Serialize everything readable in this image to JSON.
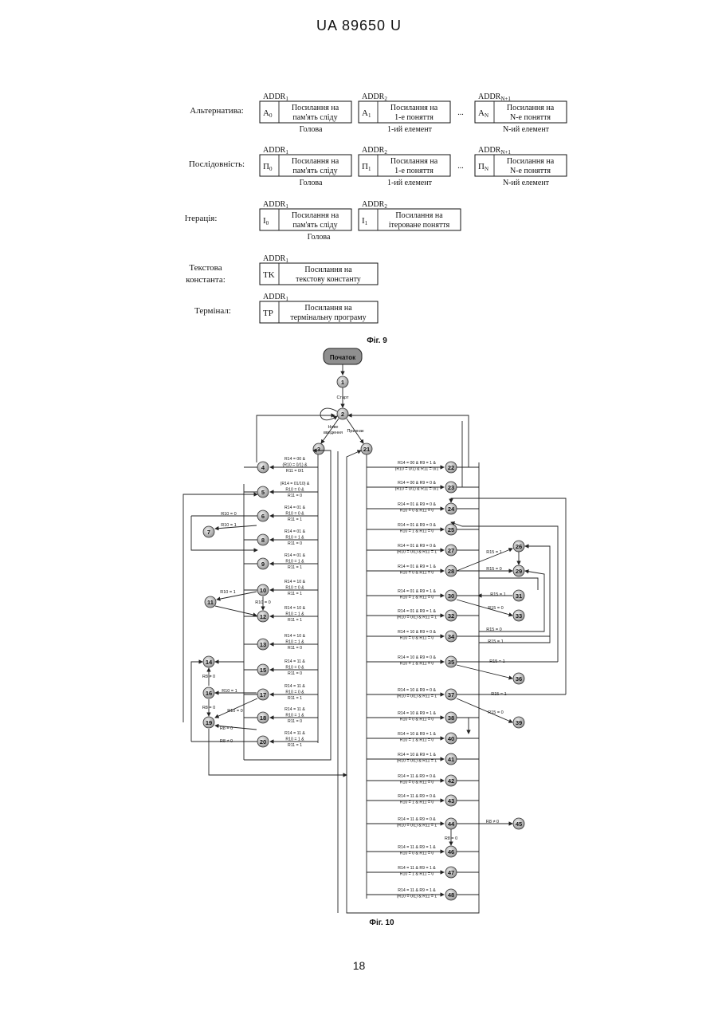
{
  "header": {
    "doc_id": "UA   89650   U"
  },
  "page_number": "18",
  "fig9": {
    "caption": "Фіг. 9",
    "rows": [
      {
        "label": "Альтернатива:",
        "cells": [
          {
            "addr": "ADDR1",
            "code": "A0",
            "text1": "Посилання на",
            "text2": "пам'ять сліду",
            "under": "Голова"
          },
          {
            "addr": "ADDR2",
            "code": "A1",
            "text1": "Посилання на",
            "text2": "1-е поняття",
            "under": "1-ий елемент"
          },
          {
            "addr": "ADDRN+1",
            "code": "AN",
            "text1": "Посилання на",
            "text2": "N-е поняття",
            "under": "N-ий елемент"
          }
        ],
        "ellipsis": "..."
      },
      {
        "label": "Послідовність:",
        "cells": [
          {
            "addr": "ADDR1",
            "code": "П0",
            "text1": "Посилання на",
            "text2": "пам'ять сліду",
            "under": "Голова"
          },
          {
            "addr": "ADDR2",
            "code": "П1",
            "text1": "Посилання на",
            "text2": "1-е поняття",
            "under": "1-ий елемент"
          },
          {
            "addr": "ADDRN+1",
            "code": "ПN",
            "text1": "Посилання на",
            "text2": "N-е поняття",
            "under": "N-ий елемент"
          }
        ],
        "ellipsis": "..."
      },
      {
        "label": "Ітерація:",
        "cells": [
          {
            "addr": "ADDR1",
            "code": "I0",
            "text1": "Посилання на",
            "text2": "пам'ять сліду",
            "under": "Голова"
          },
          {
            "addr": "ADDR2",
            "code": "I1",
            "text1": "Посилання на",
            "text2": "ітероване поняття",
            "under": ""
          }
        ]
      },
      {
        "label1": "Текстова",
        "label2": "константа:",
        "cells": [
          {
            "addr": "ADDR1",
            "code": "TK",
            "text1": "Посилання на",
            "text2": "текстову константу"
          }
        ]
      },
      {
        "label": "Термінал:",
        "cells": [
          {
            "addr": "ADDR1",
            "code": "TP",
            "text1": "Посилання на",
            "text2": "термінальну програму"
          }
        ]
      }
    ]
  },
  "fig10": {
    "caption": "Фіг. 10",
    "start_label": "Початок",
    "edge_labels": {
      "start": "Старт",
      "new_entry_1": "Нове",
      "new_entry_2": "введення",
      "sign": "Признак"
    },
    "left_conditions": [
      {
        "node": "4",
        "lines": [
          "R14 = 00 &",
          "(R10 = 0/1) &",
          "R11 = 0/1"
        ]
      },
      {
        "node": "5",
        "lines": [
          "(R14 = 01/10) &",
          "R10 = 0 &",
          "R11 = 0"
        ]
      },
      {
        "node": "6",
        "lines": [
          "R14 = 01 &",
          "R10 = 0 &",
          "R11 = 1"
        ]
      },
      {
        "node": "8",
        "lines": [
          "R14 = 01 &",
          "R10 = 1 &",
          "R11 = 0"
        ]
      },
      {
        "node": "9",
        "lines": [
          "R14 = 01 &",
          "R10 = 1 &",
          "R11 = 1"
        ]
      },
      {
        "node": "10",
        "lines": [
          "R14 = 10 &",
          "R10 = 0 &",
          "R11 = 1"
        ]
      },
      {
        "node": "12",
        "lines": [
          "R14 = 10 &",
          "R10 = 1 &",
          "R11 = 1"
        ]
      },
      {
        "node": "13",
        "lines": [
          "R14 = 10 &",
          "R10 = 1 &",
          "R11 = 0"
        ]
      },
      {
        "node": "15",
        "lines": [
          "R14 = 11 &",
          "R10 = 0 &",
          "R11 = 0"
        ]
      },
      {
        "node": "17",
        "lines": [
          "R14 = 11 &",
          "R10 = 0 &",
          "R11 = 1"
        ]
      },
      {
        "node": "18",
        "lines": [
          "R14 = 11 &",
          "R10 = 1 &",
          "R11 = 0"
        ]
      },
      {
        "node": "20",
        "lines": [
          "R14 = 11 &",
          "R10 = 1 &",
          "R11 = 1"
        ]
      }
    ],
    "right_conditions": [
      {
        "node": "22",
        "lines": [
          "R14 = 00 & R9 = 1 &",
          "(R10 = 0/1) & R11 = 0/1"
        ]
      },
      {
        "node": "23",
        "lines": [
          "R14 = 00 & R9 = 0 &",
          "(R10 = 0/1) & R11 = 0/1"
        ]
      },
      {
        "node": "24",
        "lines": [
          "R14 = 01 & R9 = 0 &",
          "R10 = 0 & R11 = 0"
        ]
      },
      {
        "node": "25",
        "lines": [
          "R14 = 01 & R9 = 0 &",
          "R10 = 1 & R11 = 0"
        ]
      },
      {
        "node": "27",
        "lines": [
          "R14 = 01 & R9 = 0 &",
          "(R10 = 0/1) & R11 = 1"
        ]
      },
      {
        "node": "28",
        "lines": [
          "R14 = 01 & R9 = 1 &",
          "R10 = 0 & R11 = 0"
        ]
      },
      {
        "node": "30",
        "lines": [
          "R14 = 01 & R9 = 1 &",
          "R10 = 1 & R11 = 0"
        ]
      },
      {
        "node": "32",
        "lines": [
          "R14 = 01 & R9 = 1 &",
          "(R10 = 0/1) & R11 = 1"
        ]
      },
      {
        "node": "34",
        "lines": [
          "R14 = 10 & R9 = 0 &",
          "R10 = 0 & R11 = 0"
        ]
      },
      {
        "node": "35",
        "lines": [
          "R14 = 10 & R9 = 0 &",
          "R10 = 1 & R11 = 0"
        ]
      },
      {
        "node": "37",
        "lines": [
          "R14 = 10 & R9 = 0 &",
          "(R10 = 0/1) & R11 = 1"
        ]
      },
      {
        "node": "38",
        "lines": [
          "R14 = 10 & R9 = 1 &",
          "R10 = 0 & R11 = 0"
        ]
      },
      {
        "node": "40",
        "lines": [
          "R14 = 10 & R9 = 1 &",
          "R10 = 1 & R11 = 0"
        ]
      },
      {
        "node": "41",
        "lines": [
          "R14 = 10 & R9 = 1 &",
          "(R10 = 0/1) & R11 = 1"
        ]
      },
      {
        "node": "42",
        "lines": [
          "R14 = 11 & R9 = 0 &",
          "R10 = 0 & R11 = 0"
        ]
      },
      {
        "node": "43",
        "lines": [
          "R14 = 11 & R9 = 0 &",
          "R10 = 1 & R11 = 0"
        ]
      },
      {
        "node": "44",
        "lines": [
          "R14 = 11 & R9 = 0 &",
          "(R10 = 0/1) & R11 = 1"
        ]
      },
      {
        "node": "46",
        "lines": [
          "R14 = 11 & R9 = 1 &",
          "R10 = 0 & R11 = 0"
        ]
      },
      {
        "node": "47",
        "lines": [
          "R14 = 11 & R9 = 1 &",
          "R10 = 1 & R11 = 0"
        ]
      },
      {
        "node": "48",
        "lines": [
          "R14 = 11 & R9 = 1 &",
          "(R10 = 0/1) & R11 = 1"
        ]
      }
    ],
    "branch_labels": {
      "r10_0_a": "R10 = 0",
      "r10_1_a": "R10 = 1",
      "r10_1_b": "R10 = 1",
      "r10_0_b": "R10 = 0",
      "r8_not0_a": "R8 ≠ 0",
      "r10_1_c": "R10 = 1",
      "r8_0_a": "R8 = 0",
      "r10_0_c": "R10 = 0",
      "r8_0_b": "R8 = 0",
      "r8_not0_b": "R8 ≠ 0",
      "r15_1_a": "R15 = 1",
      "r15_0_a": "R15 = 0",
      "r15_1_b": "R15 = 1",
      "r15_0_b": "R15 = 0",
      "r15_0_c": "R15 = 0",
      "r15_1_c": "R15 = 1",
      "r15_1_d": "R15 = 1",
      "r15_1_e": "R15 = 1",
      "r15_0_d": "R15 = 0",
      "r8_not0_c": "R8 ≠ 0",
      "r8_0_c": "R8 = 0"
    },
    "nodes": [
      "1",
      "2",
      "3",
      "4",
      "5",
      "6",
      "7",
      "8",
      "9",
      "10",
      "11",
      "12",
      "13",
      "14",
      "15",
      "16",
      "17",
      "18",
      "19",
      "20",
      "21",
      "22",
      "23",
      "24",
      "25",
      "26",
      "27",
      "28",
      "29",
      "30",
      "31",
      "32",
      "33",
      "34",
      "35",
      "36",
      "37",
      "38",
      "39",
      "40",
      "41",
      "42",
      "43",
      "44",
      "45",
      "46",
      "47",
      "48"
    ]
  }
}
